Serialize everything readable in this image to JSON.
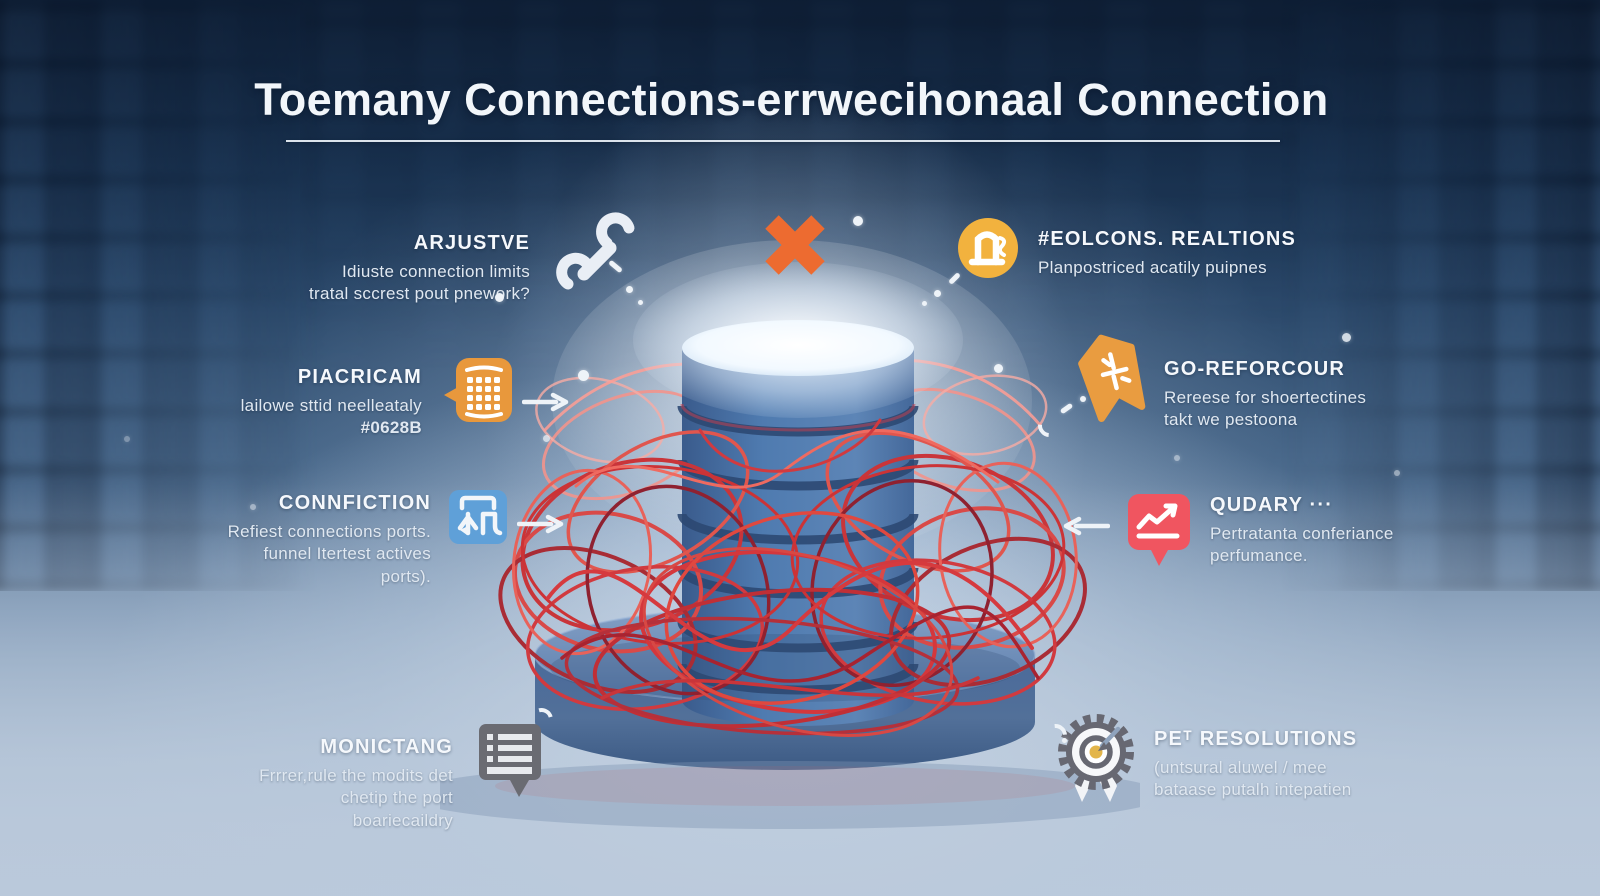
{
  "title": {
    "text": "Toemany Connections-errwecihonaal Connection"
  },
  "center": {
    "object": "database-cylinder-wrapped-in-tangled-red-cables",
    "error_icon": "x-mark-icon",
    "error_color": "#ED6B30"
  },
  "callouts": {
    "left": [
      {
        "title": "ARJUSTVE",
        "line1": "Idiuste connection limits",
        "line2": "tratal sccrest pout pnework?",
        "icon": "wrench-icon",
        "icon_color": "#E9EEF5"
      },
      {
        "title": "PIACRICAM",
        "line1": "lailowe sttid neelleataly",
        "line2": "#0628B",
        "icon": "keypad-bubble-icon",
        "icon_color": "#E8983C"
      },
      {
        "title": "CONNFICTION",
        "line1": "Refiest connections ports.",
        "line2": "funnel Itertest actives ports).",
        "icon": "ports-icon",
        "icon_color": "#5FA0D8"
      },
      {
        "title": "MONICTANG",
        "line1": "Frrrer,rule the modits det",
        "line2": "chetip the port boariecaildry",
        "icon": "chat-list-icon",
        "icon_color": "#6A6B72"
      }
    ],
    "right": [
      {
        "title": "#EOLCONS. REALTIONS",
        "line1": "Planpostriced acatily puipnes",
        "line2": "",
        "icon": "coin-glyph-icon",
        "icon_color": "#F2B23E"
      },
      {
        "title": "GO-REFORCOUR",
        "line1": "Rereese for shoertectines",
        "line2": "takt we pestoona",
        "icon": "bookmark-icon",
        "icon_color": "#E99C40"
      },
      {
        "title": "QUDARY ···",
        "line1": "Pertratanta conferiance",
        "line2": "perfumance.",
        "icon": "chart-bubble-icon",
        "icon_color": "#F05560"
      },
      {
        "title": "PEᵀ RESOLUTIONS",
        "line1": "(untsural aluwel / mee",
        "line2": "bataase putalh intepatien",
        "icon": "award-badge-icon",
        "icon_color": "#676872"
      }
    ]
  },
  "theme": {
    "bg_top": "#16304F",
    "bg_bottom": "#B9C8DA",
    "title_color": "#F2F6FA",
    "wire_red": "#D4373C",
    "cylinder_blue": "#4F7BB0",
    "pedestal_blue": "#5F80AD",
    "accent_orange": "#ED6B30",
    "accent_yellow": "#F2B23E",
    "accent_blue": "#5FA0D8",
    "accent_red": "#F05560",
    "accent_gray": "#6A6B72"
  }
}
